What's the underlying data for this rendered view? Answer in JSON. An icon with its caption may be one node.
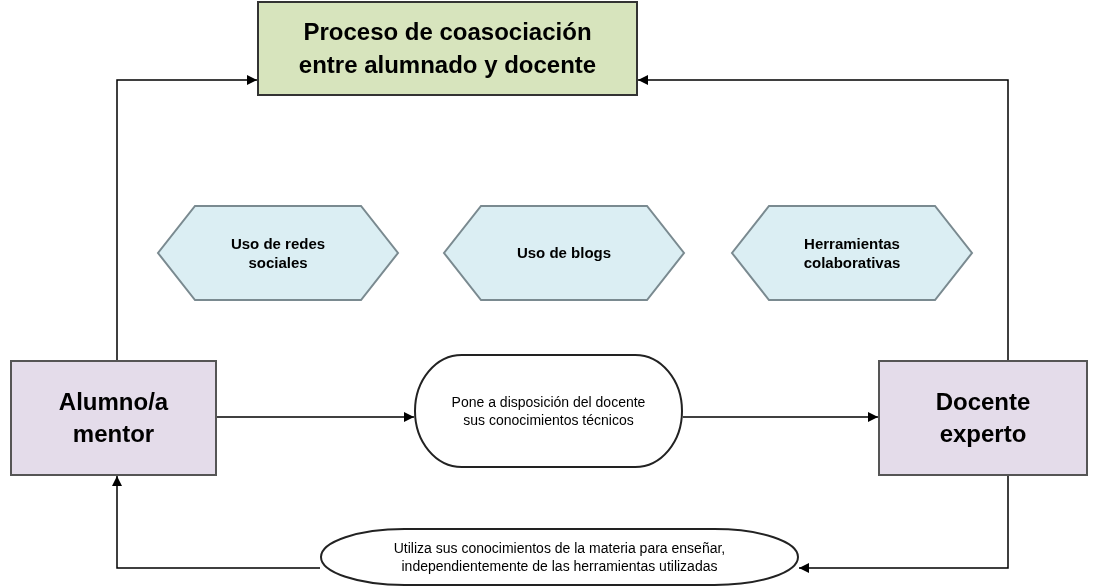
{
  "diagram": {
    "nodes": [
      {
        "text": [
          "Proceso de coasociación entre alumnado y docente"
        ]
      },
      {
        "text": [
          "Uso de redes sociales"
        ]
      },
      {
        "text": [
          "Uso de blogs"
        ]
      },
      {
        "text": [
          "Herramientas colaborativas"
        ]
      },
      {
        "text": [
          "Alumno/a mentor"
        ]
      },
      {
        "text": [
          "Pone a disposición del docente sus conocimientos técnicos"
        ]
      },
      {
        "text": [
          "Docente experto"
        ]
      },
      {
        "text": [
          "Utiliza sus conocimientos de la materia para enseñar, independientemente de las herramientas utilizadas"
        ]
      }
    ],
    "edges": [
      {
        "from": 4,
        "to": 0,
        "arrow": "to"
      },
      {
        "from": 6,
        "to": 0,
        "arrow": "to"
      },
      {
        "from": 4,
        "to": 5,
        "arrow": "to"
      },
      {
        "from": 5,
        "to": 6,
        "arrow": "to"
      },
      {
        "from": 6,
        "to": 7,
        "arrow": "to"
      },
      {
        "from": 7,
        "to": 4,
        "arrow": "to"
      }
    ]
  }
}
